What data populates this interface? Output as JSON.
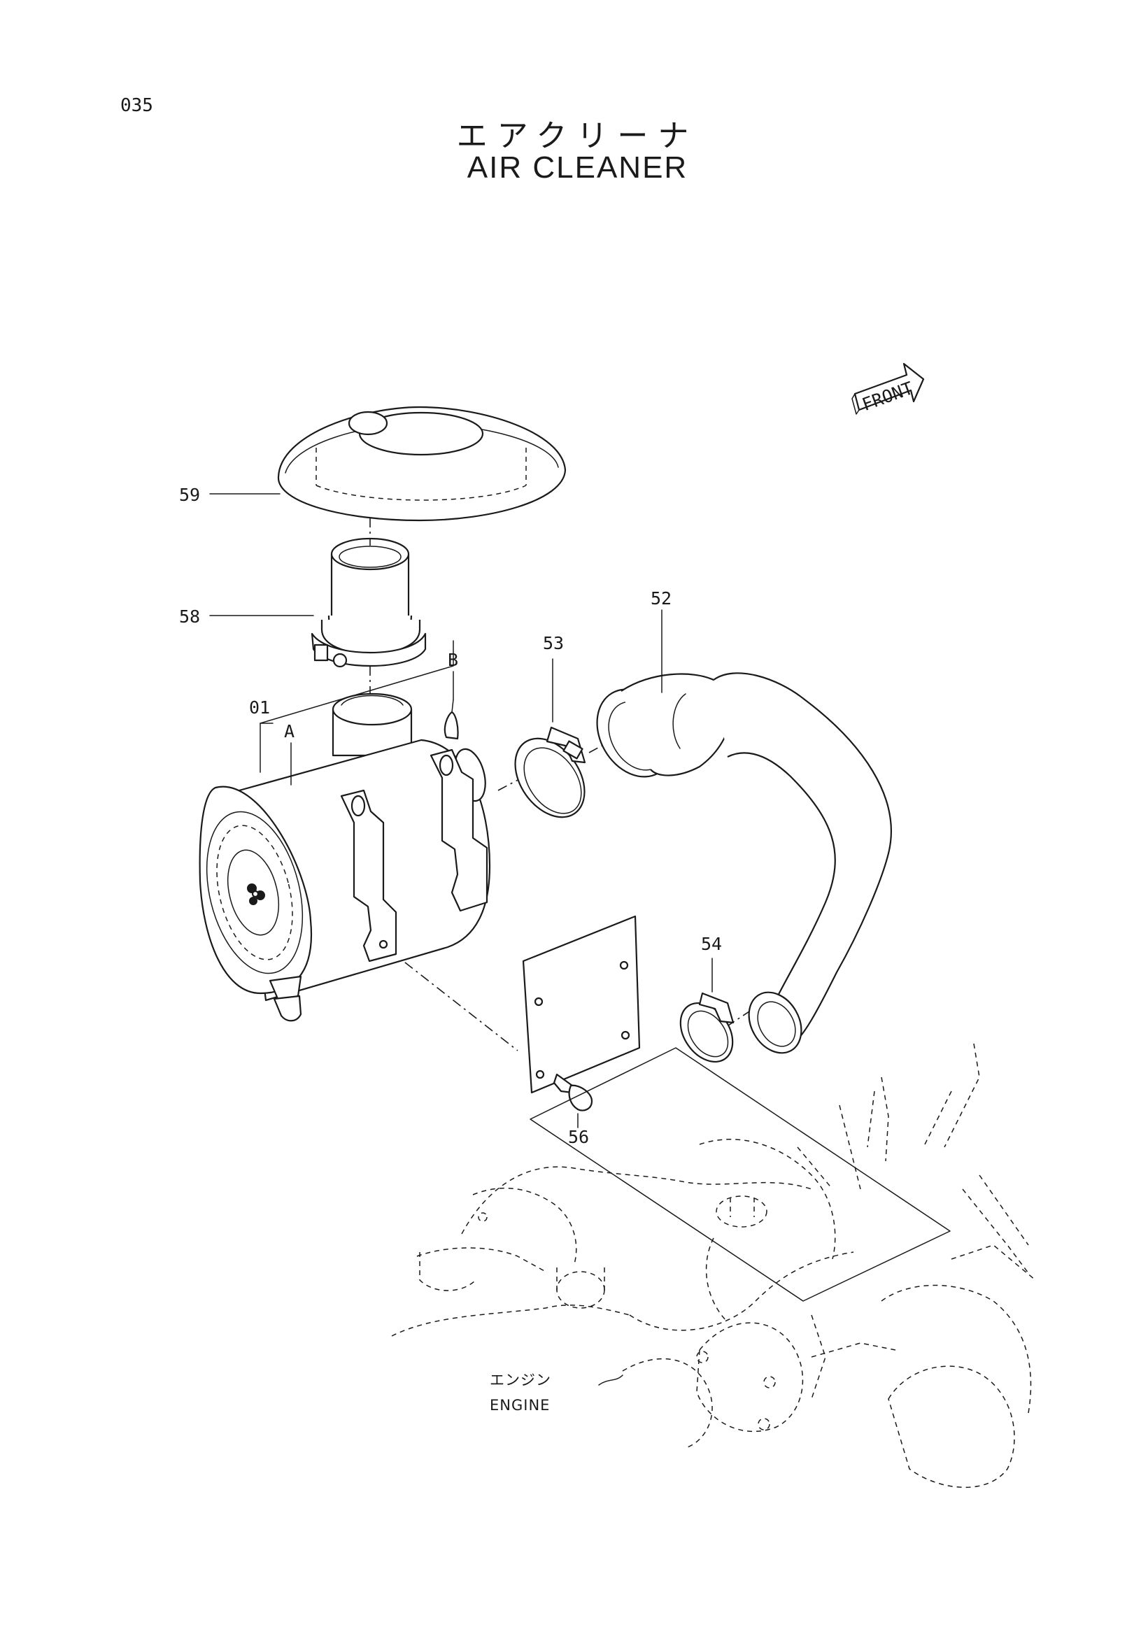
{
  "page_number": "035",
  "title_jp": "エアクリーナ",
  "title_en": "AIR  CLEANER",
  "direction_label": "FRONT",
  "callouts": {
    "c01": "01",
    "cA": "A",
    "cB": "B",
    "c52": "52",
    "c53": "53",
    "c54": "54",
    "c56": "56",
    "c58": "58",
    "c59": "59"
  },
  "engine_label_jp": "エンジン",
  "engine_label_en": "ENGINE"
}
